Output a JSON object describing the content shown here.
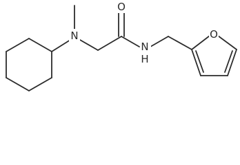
{
  "atoms": {
    "amine_nitrogen": "N",
    "carbonyl_oxygen": "O",
    "amide_nitrogen": "N",
    "amide_hydrogen": "H",
    "furan_oxygen": "O"
  },
  "colors": {
    "line": "#2b2b2b",
    "background": "#ffffff"
  }
}
